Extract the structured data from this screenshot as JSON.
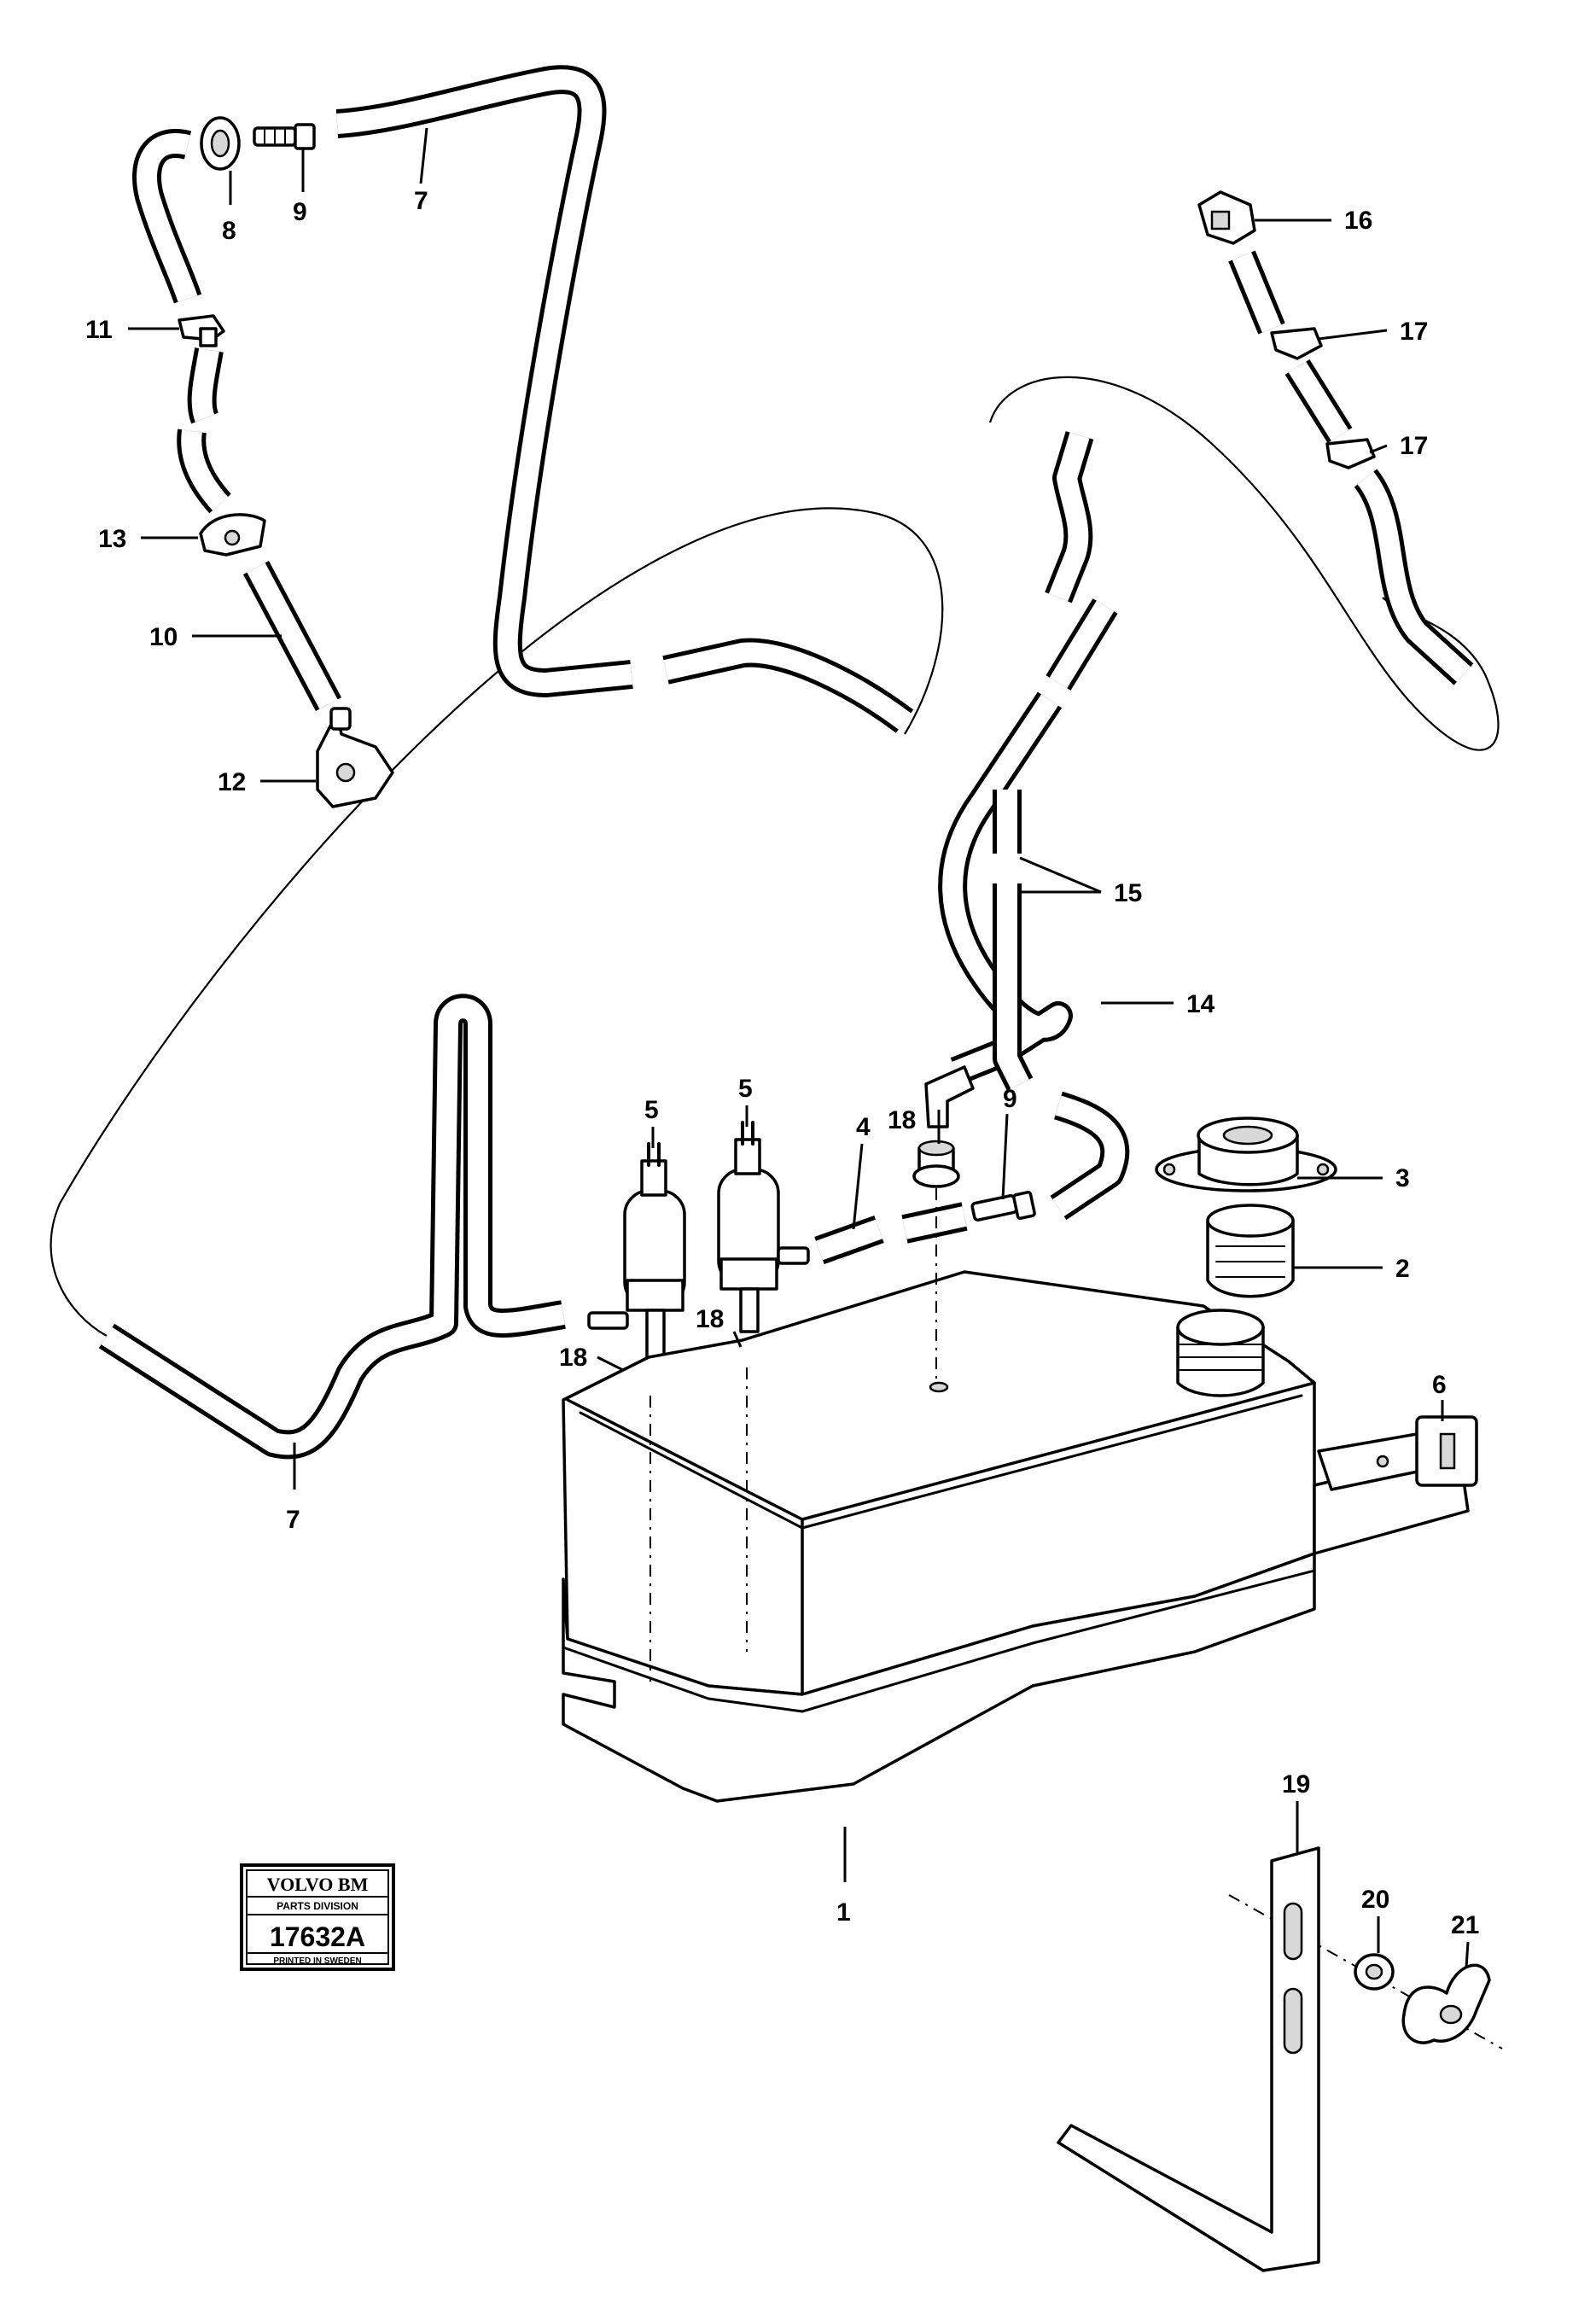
{
  "callouts": {
    "c1": "1",
    "c2": "2",
    "c3": "3",
    "c4": "4",
    "c5a": "5",
    "c5b": "5",
    "c6": "6",
    "c7a": "7",
    "c7b": "7",
    "c8": "8",
    "c9a": "9",
    "c9b": "9",
    "c10": "10",
    "c11": "11",
    "c12": "12",
    "c13": "13",
    "c14": "14",
    "c15": "15",
    "c16": "16",
    "c17a": "17",
    "c17b": "17",
    "c18a": "18",
    "c18b": "18",
    "c18c": "18",
    "c19": "19",
    "c20": "20",
    "c21": "21"
  },
  "stamp": {
    "brand": "VOLVO BM",
    "division": "PARTS DIVISION",
    "number": "17632A",
    "printed": "PRINTED IN SWEDEN"
  }
}
